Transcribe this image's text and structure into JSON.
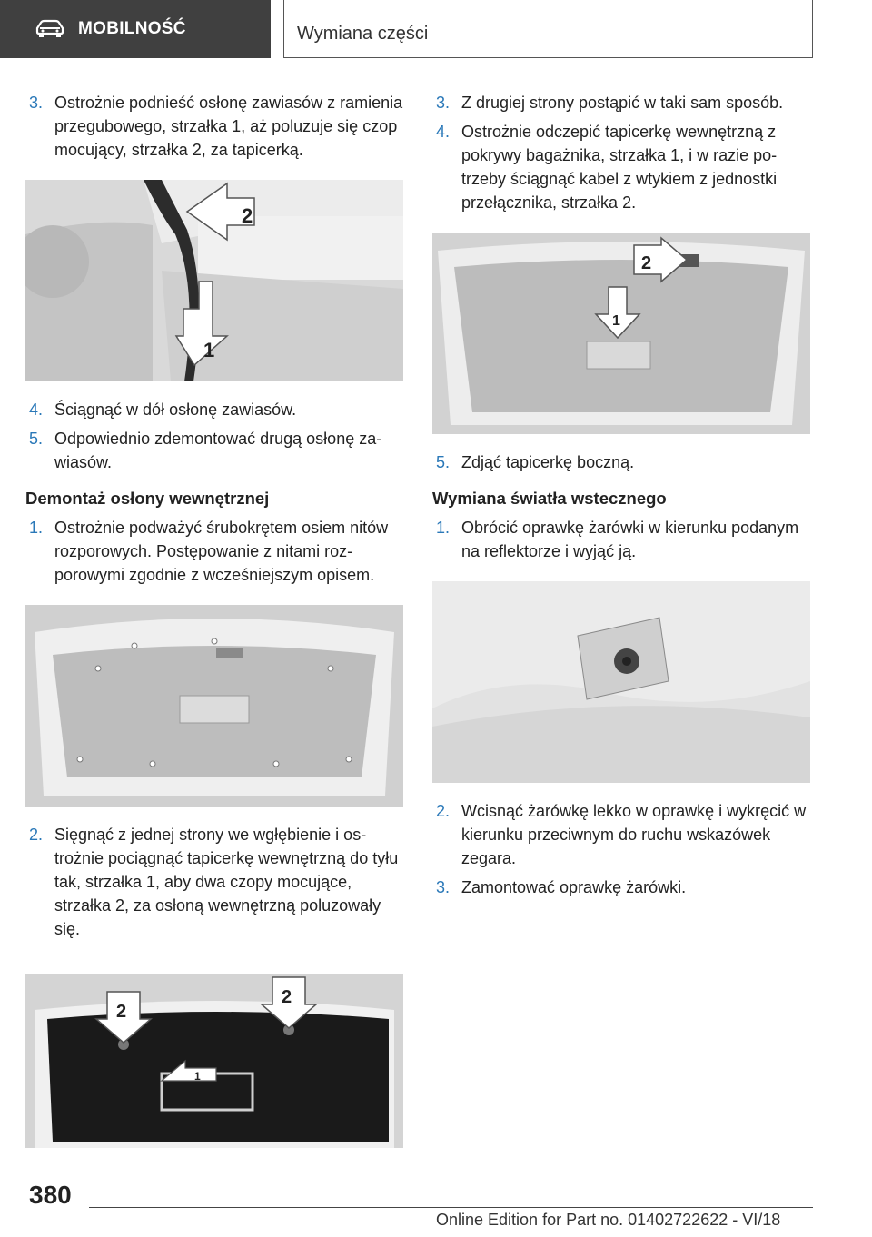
{
  "header": {
    "section": "MOBILNOŚĆ",
    "title": "Wymiana części",
    "icon": "car-icon"
  },
  "left": {
    "steps_a": [
      {
        "num": "3.",
        "text": "Ostrożnie podnieść osłonę zawiasów z ramie­nia przegubowego, strzałka 1, aż poluzuje się czop mocujący, strzałka 2, za tapicerką."
      }
    ],
    "figure1_labels": [
      "2",
      "1"
    ],
    "steps_b": [
      {
        "num": "4.",
        "text": "Ściągnąć w dół osłonę zawiasów."
      },
      {
        "num": "5.",
        "text": "Odpowiednio zdemontować drugą osłonę za­wiasów."
      }
    ],
    "heading": "Demontaż osłony wewnętrznej",
    "steps_c": [
      {
        "num": "1.",
        "text": "Ostrożnie podważyć śrubokrętem osiem ni­tów rozporowych. Postępowanie z nitami roz­porowymi zgodnie z wcześniejszym opisem."
      }
    ],
    "steps_d": [
      {
        "num": "2.",
        "text": "Sięgnąć z jednej strony we wgłębienie i os­trożnie pociągnąć tapicerkę wewnętrzną do tyłu tak, strzałka 1, aby dwa czopy mocujące, strzałka 2, za osłoną wewnętrzną poluzowały się."
      }
    ],
    "figure3_labels": [
      "2",
      "2",
      "1"
    ]
  },
  "right": {
    "steps_a": [
      {
        "num": "3.",
        "text": "Z drugiej strony postąpić w taki sam sposób."
      },
      {
        "num": "4.",
        "text": "Ostrożnie odczepić tapicerkę wewnętrzną z pokrywy bagażnika, strzałka 1, i w razie po­trzeby ściągnąć kabel z wtykiem z jednostki przełącznika, strzałka 2."
      }
    ],
    "figure1_labels": [
      "2",
      "1"
    ],
    "steps_b": [
      {
        "num": "5.",
        "text": "Zdjąć tapicerkę boczną."
      }
    ],
    "heading": "Wymiana światła wstecznego",
    "steps_c": [
      {
        "num": "1.",
        "text": "Obrócić oprawkę żarówki w kierunku pod­anym na reflektorze i wyjąć ją."
      }
    ],
    "steps_d": [
      {
        "num": "2.",
        "text": "Wcisnąć żarówkę lekko w oprawkę i wykręcić w kierunku przeciwnym do ruchu wskazówek zegara."
      },
      {
        "num": "3.",
        "text": "Zamontować oprawkę żarówki."
      }
    ]
  },
  "footer": {
    "page_number": "380",
    "edition": "Online Edition for Part no. 01402722622 - VI/18"
  }
}
